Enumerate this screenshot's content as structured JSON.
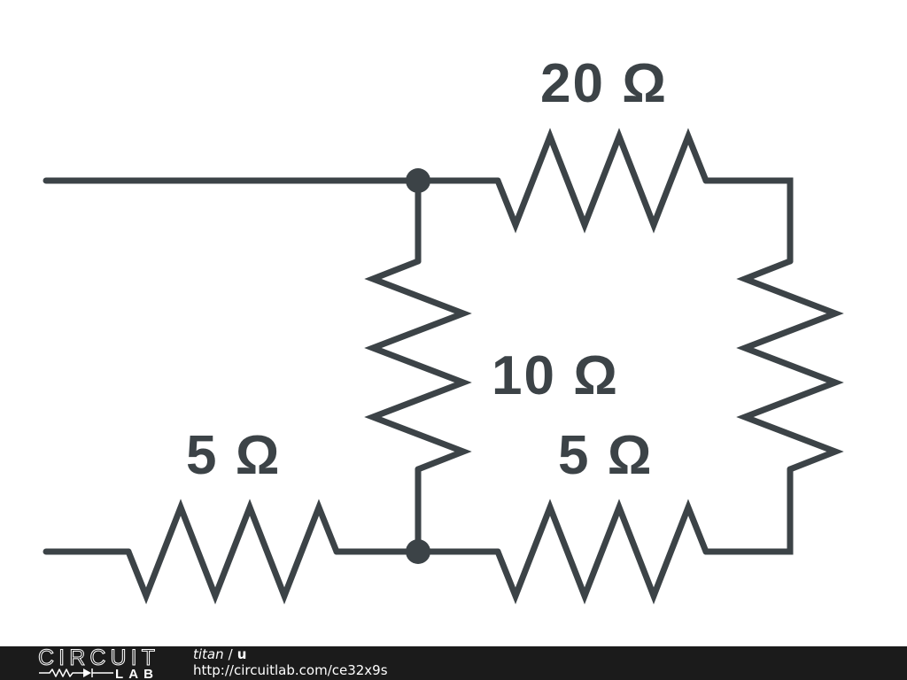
{
  "schematic": {
    "labels": {
      "resistor_top": "20 Ω",
      "resistor_left": "10 Ω",
      "resistor_bottom_left": "5 Ω",
      "resistor_bottom_right": "5 Ω"
    }
  },
  "footer": {
    "logo": {
      "wordmark_top": "CIRCUIT",
      "wordmark_bottom": "LAB",
      "glyph": "resistor-diode-icon"
    },
    "author": "titan",
    "separator": "/",
    "circuit_name": "u",
    "url": "http://circuitlab.com/ce32x9s"
  },
  "colors": {
    "schematic_ink": "#3c4347",
    "background": "#ffffff",
    "footer_background": "#1b1b1b",
    "footer_text": "#ffffff"
  }
}
